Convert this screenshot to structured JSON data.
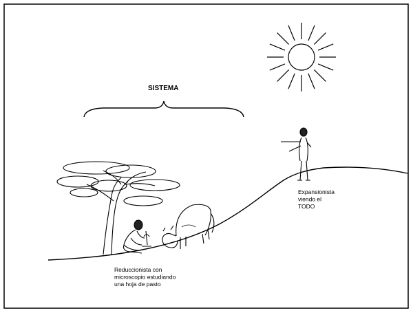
{
  "title": "SISTEMA",
  "labels": {
    "expansionist": [
      "Expansionista",
      "viendo el",
      "TODO"
    ],
    "reductionist": [
      "Reduccionista con",
      "microscopio estudiando",
      "una hoja de pasto"
    ]
  },
  "colors": {
    "ink": "#000000",
    "background": "#ffffff"
  },
  "icons": [
    "sun-icon",
    "tree-icon",
    "cow-icon",
    "standing-person-icon",
    "kneeling-person-icon",
    "microscope-icon"
  ]
}
